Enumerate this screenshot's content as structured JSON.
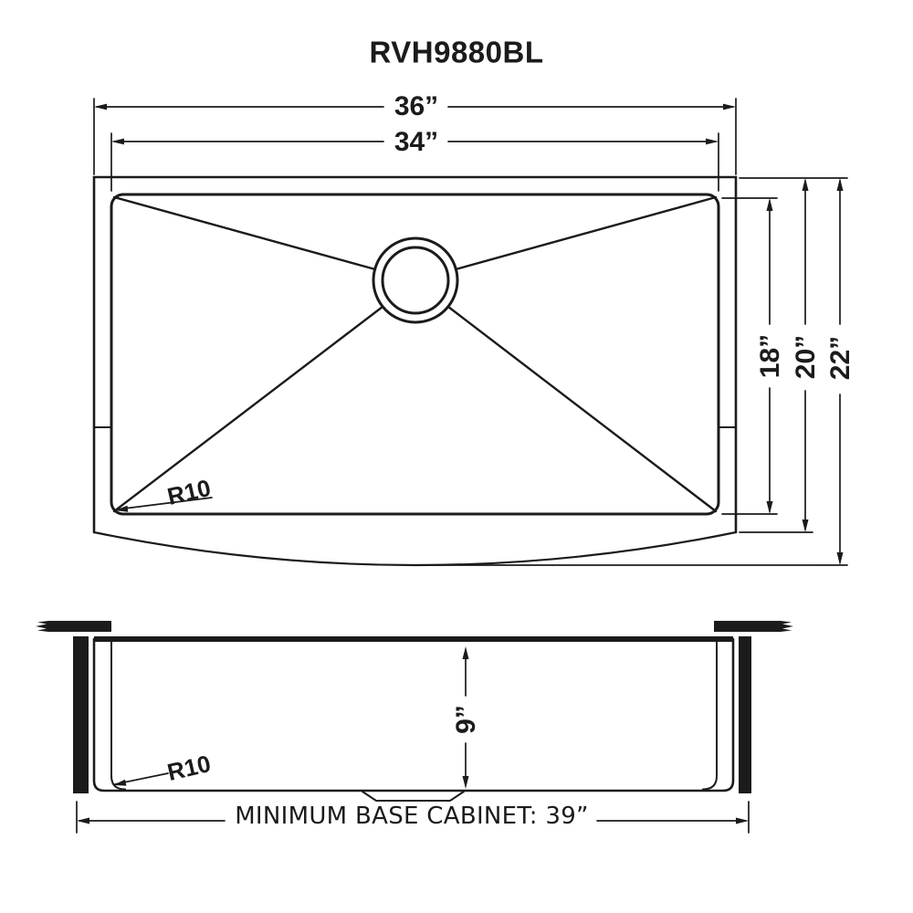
{
  "title": "RVH9880BL",
  "colors": {
    "ink": "#1b1b1b",
    "background": "#ffffff"
  },
  "top_view": {
    "overall_width": "36”",
    "bowl_width": "34”",
    "bowl_front_to_back": "18”",
    "outer_front_to_back": "20”",
    "overall_front_to_back": "22”",
    "corner_radius": "R10"
  },
  "side_view": {
    "bowl_depth": "9”",
    "corner_radius": "R10",
    "cabinet_note": "MINIMUM BASE CABINET: 39”"
  }
}
